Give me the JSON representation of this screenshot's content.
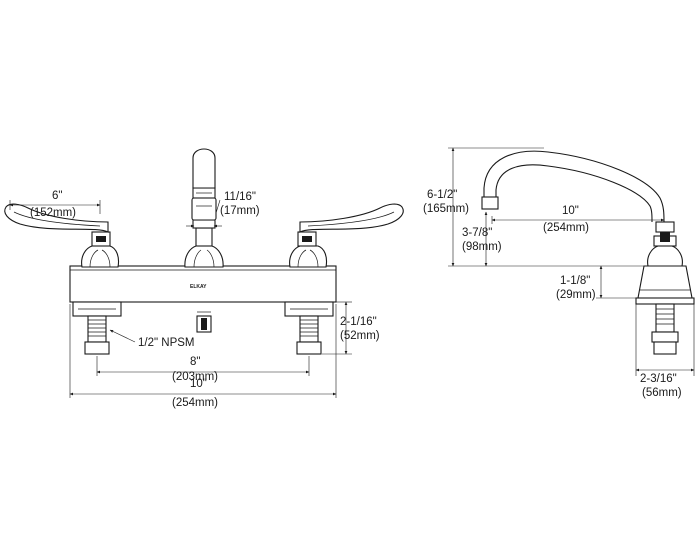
{
  "front_view": {
    "handle_reach": {
      "imperial": "6\"",
      "metric": "(152mm)"
    },
    "spout_base": {
      "imperial": "11/16\"",
      "metric": "(17mm)"
    },
    "shank_height": {
      "imperial": "2-1/16\"",
      "metric": "(52mm)"
    },
    "thread_callout": "1/2\" NPSM",
    "center_spacing": {
      "imperial": "8\"",
      "metric": "(203mm)"
    },
    "overall_width": {
      "imperial": "10\"",
      "metric": "(254mm)"
    },
    "brand_logo": "ELKAY"
  },
  "side_view": {
    "spout_height": {
      "imperial": "6-1/2\"",
      "metric": "(165mm)"
    },
    "outlet_height": {
      "imperial": "3-7/8\"",
      "metric": "(98mm)"
    },
    "spout_reach": {
      "imperial": "10\"",
      "metric": "(254mm)"
    },
    "deck_height": {
      "imperial": "1-1/8\"",
      "metric": "(29mm)"
    },
    "shank_dia": {
      "imperial": "2-3/16\"",
      "metric": "(56mm)"
    }
  }
}
